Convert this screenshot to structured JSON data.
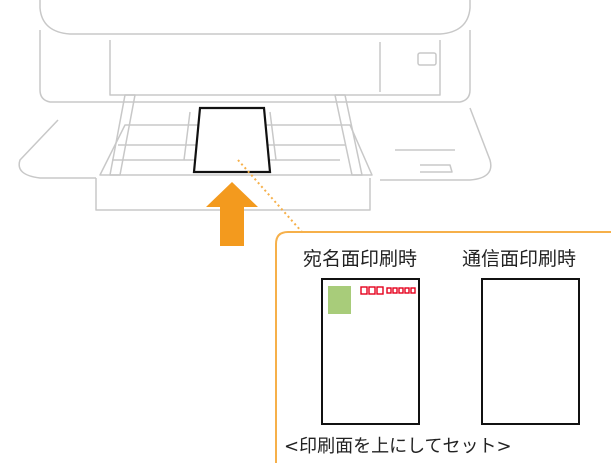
{
  "figure": {
    "labels": {
      "address_side": "宛名面印刷時",
      "message_side": "通信面印刷時",
      "caption": "<印刷面を上にしてセット>"
    },
    "colors": {
      "arrow": "#f39a1e",
      "callout_border": "#f6b04a",
      "stamp_box": "#a8cc7a",
      "postal_code_boxes": "#e5001c",
      "device_outline": "#c8c8c8"
    },
    "icons": {
      "arrow": "up-arrow-icon",
      "stamp": "stamp-area-icon"
    }
  }
}
